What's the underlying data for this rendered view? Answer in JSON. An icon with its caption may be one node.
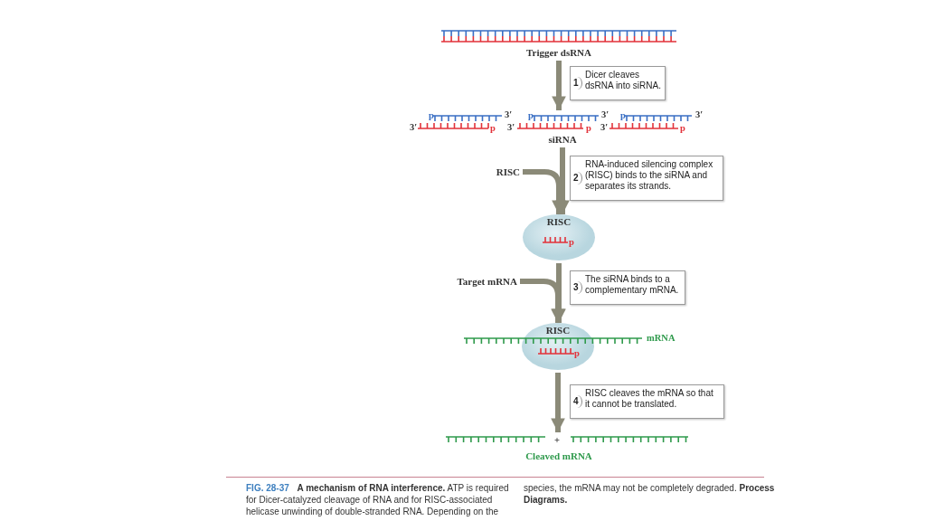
{
  "diagram": {
    "caption": "**FIG. 28-37** **A mechanism of RNA interference.** ATP is required for Dicer-catalyzed cleavage of RNA and for RISC-associated helicase unwinding of double-stranded RNA. Depending on the species, the mRNA may not be completely degraded. **Process Diagrams.**",
    "nodes": [
      {
        "text": [
          "Trigger dsRNA"
        ]
      },
      {
        "text": [
          "siRNA"
        ]
      },
      {
        "text": [
          "RISC"
        ]
      },
      {
        "text": [
          "RISC"
        ]
      },
      {
        "text": [
          "Target mRNA"
        ]
      },
      {
        "text": [
          "RISC"
        ]
      },
      {
        "text": [
          "Cleaved mRNA"
        ]
      },
      {
        "text": [
          "1",
          "Dicer cleaves dsRNA into siRNA."
        ]
      },
      {
        "text": [
          "2",
          "RNA-induced silencing complex (RISC) binds to the siRNA and separates its strands."
        ]
      },
      {
        "text": [
          "3",
          "The siRNA binds to a complementary mRNA."
        ]
      },
      {
        "text": [
          "4",
          "RISC cleaves the mRNA so that it cannot be translated."
        ]
      }
    ],
    "edges": [
      {
        "from": 0,
        "to": 1,
        "arrow": "to"
      },
      {
        "from": 1,
        "to": 3,
        "arrow": "to"
      },
      {
        "from": 2,
        "to": 3,
        "arrow": "to"
      },
      {
        "from": 3,
        "to": 5,
        "arrow": "to"
      },
      {
        "from": 4,
        "to": 5,
        "arrow": "to"
      },
      {
        "from": 5,
        "to": 6,
        "arrow": "to"
      }
    ],
    "labels": [
      "p",
      "3′",
      "p",
      "3′",
      "p",
      "3′",
      "3′",
      "p",
      "3′",
      "p",
      "3′",
      "p",
      "p",
      "p",
      "mRNA",
      "+"
    ]
  }
}
